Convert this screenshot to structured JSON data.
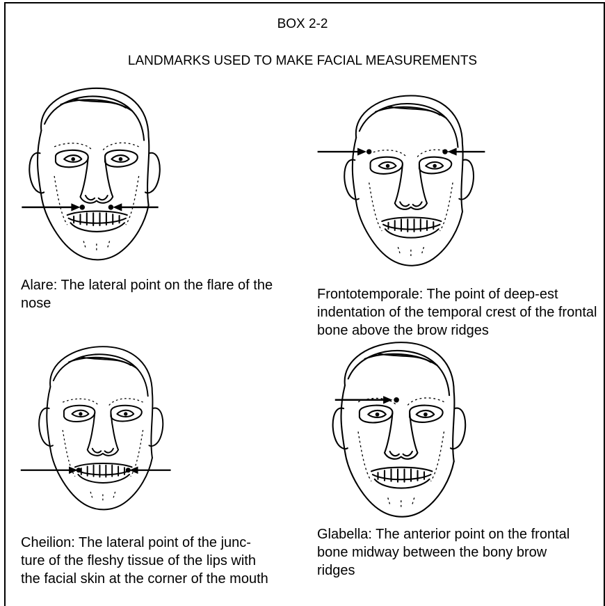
{
  "box": {
    "title": "BOX 2-2",
    "heading": "LANDMARKS USED TO MAKE FACIAL MEASUREMENTS"
  },
  "figures": [
    {
      "landmark": "alare",
      "caption": "Alare: The lateral point on the flare of the nose"
    },
    {
      "landmark": "frontotemporale",
      "caption": "Frontotemporale: The point of deep-est indentation of the temporal crest of the frontal bone above the brow ridges"
    },
    {
      "landmark": "cheilion",
      "caption": "Cheilion: The lateral point of the junc-ture of the fleshy tissue of the lips with the facial skin at the corner of the mouth"
    },
    {
      "landmark": "glabella",
      "caption": "Glabella: The anterior point on the frontal bone midway between the bony brow ridges"
    }
  ]
}
